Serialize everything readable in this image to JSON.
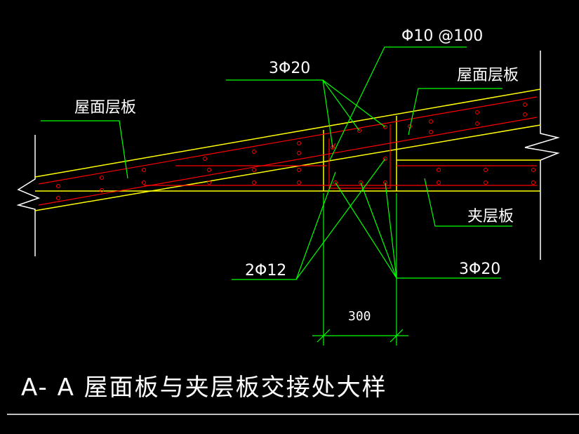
{
  "labels": {
    "roof_slab_left": "屋面层板",
    "roof_slab_right": "屋面层板",
    "stirrup": "Φ10 @100",
    "top_bars": "3Φ20",
    "waist_bars": "2Φ12",
    "bottom_bars": "3Φ20",
    "mezzanine_slab": "夹层板",
    "dimension": "300"
  },
  "title": "A- A  屋面板与夹层板交接处大样",
  "colors": {
    "background": "#000000",
    "slab_outline": "#ffff00",
    "rebar": "#ff0000",
    "leader": "#00ff00",
    "wall": "#ffffff",
    "text": "#ffffff"
  }
}
